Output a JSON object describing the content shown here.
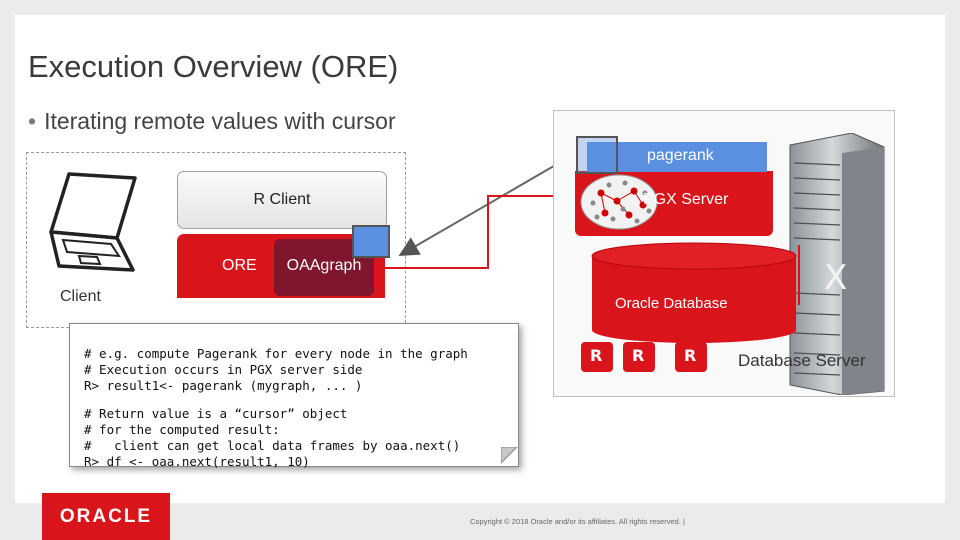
{
  "slide": {
    "title": "Execution Overview (ORE)",
    "bullet": "Iterating remote values with cursor"
  },
  "client": {
    "label": "Client",
    "r_client": "R Client",
    "ore": "ORE",
    "oaagraph": "OAAgraph"
  },
  "server": {
    "pagerank": "pagerank",
    "pgx_server": "PGX Server",
    "oracle_database": "Oracle Database",
    "database_server": "Database Server"
  },
  "code": {
    "block1": "# e.g. compute Pagerank for every node in the graph\n# Execution occurs in PGX server side\nR> result1<- pagerank (mygraph, ... )",
    "block2": "# Return value is a “cursor” object\n# for the computed result:\n#   client can get local data frames by oaa.next()\nR> df <- oaa.next(result1, 10)"
  },
  "footer": {
    "logo": "ORACLE",
    "copyright": "Copyright © 2018 Oracle and/or its affiliates. All rights reserved. |"
  },
  "colors": {
    "oracle_red": "#d9151b",
    "oaagraph": "#80152e",
    "cursor_blue": "#5b8fe0"
  }
}
